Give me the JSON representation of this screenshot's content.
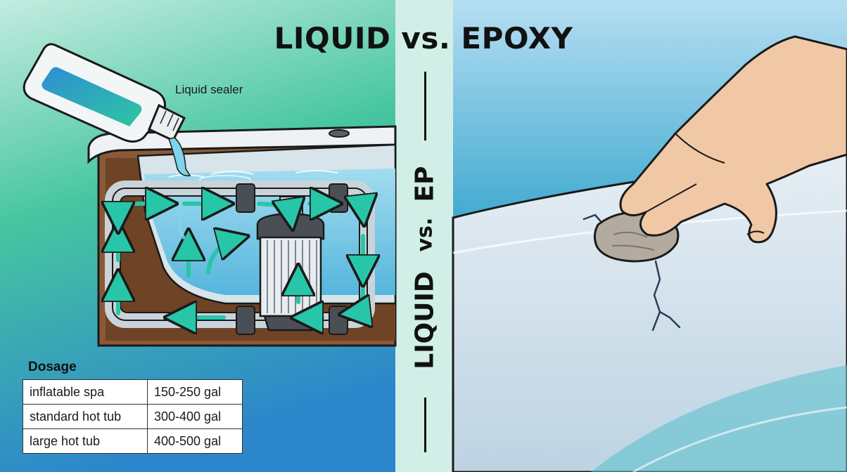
{
  "title": "LIQUID vs. EPOXY",
  "vertical_title": {
    "word1": "LIQUID",
    "vs": "vs.",
    "word2": "EP"
  },
  "left_panel": {
    "bottle_label": "Liquid sealer",
    "dosage": {
      "title": "Dosage",
      "rows": [
        {
          "type": "inflatable spa",
          "range": "150-250 gal"
        },
        {
          "type": "standard hot tub",
          "range": "300-400 gal"
        },
        {
          "type": "large hot tub",
          "range": "400-500 gal"
        }
      ]
    }
  },
  "colors": {
    "left_bg_top": "#b7e6d6",
    "left_bg_mid": "#46c6a0",
    "left_bg_bottom": "#2e86c8",
    "divider": "#cfeee6",
    "right_bg_top": "#a9d6f0",
    "right_bg_mid": "#2f9fc6",
    "tub_wood": "#8a5a36",
    "water": "#7cc9e6",
    "flow_arrow": "#27c6a8",
    "skin": "#f1c8a6",
    "epoxy_surface": "#cfdfe9",
    "crack": "#2a3d55"
  },
  "icons": [
    "sealer-bottle-icon",
    "filter-cartridge-icon",
    "hand-icon",
    "putty-stone-icon",
    "crack-icon",
    "flow-arrow-icon"
  ]
}
